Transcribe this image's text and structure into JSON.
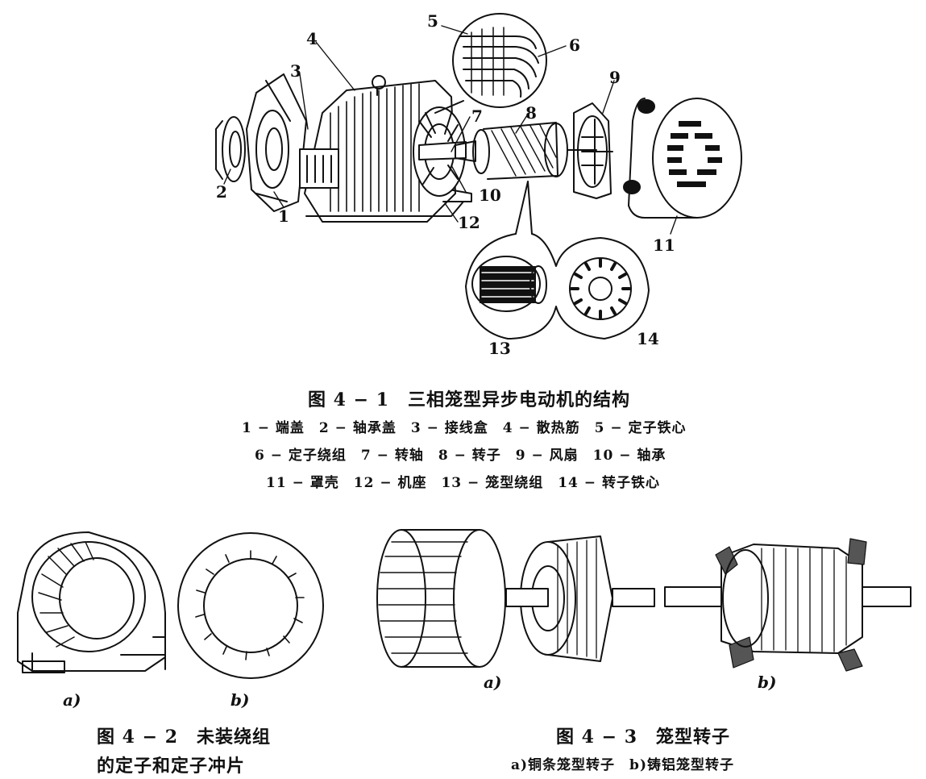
{
  "callouts": {
    "c1": "1",
    "c2": "2",
    "c3": "3",
    "c4": "4",
    "c5": "5",
    "c6": "6",
    "c7": "7",
    "c8": "8",
    "c9": "9",
    "c10": "10",
    "c11": "11",
    "c12": "12",
    "c13": "13",
    "c14": "14"
  },
  "fig1": {
    "title": "图 4 − 1　三相笼型异步电动机的结构",
    "legend_lines": [
      "1 − 端盖　2 − 轴承盖　3 − 接线盒　4 − 散热筋　5 − 定子铁心",
      "6 − 定子绕组　7 − 转轴　8 − 转子　9 − 风扇　10 − 轴承",
      "11 − 罩壳　12 − 机座　13 − 笼型绕组　14 − 转子铁心"
    ]
  },
  "fig2": {
    "sub_a": "a)",
    "sub_b": "b)",
    "caption_line1": "图 4 − 2　未装绕组",
    "caption_line2": "的定子和定子冲片"
  },
  "fig3": {
    "sub_a": "a)",
    "sub_b": "b)",
    "caption_line1": "图 4 − 3　笼型转子",
    "caption_line2": "a)铜条笼型转子　b)铸铝笼型转子"
  },
  "colors": {
    "ink": "#111111",
    "paper": "#ffffff",
    "shade": "#555555"
  }
}
